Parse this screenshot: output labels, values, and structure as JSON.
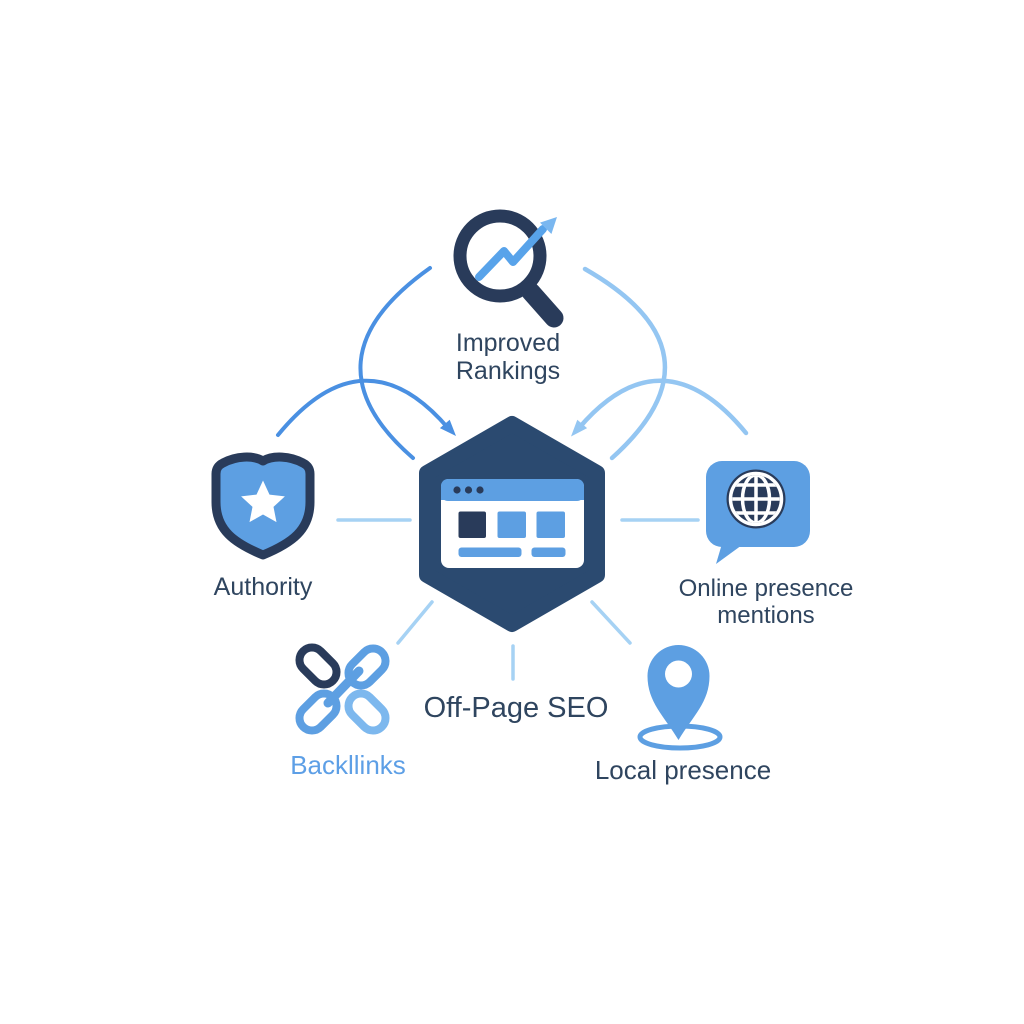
{
  "diagram_title": "Off-Page SEO",
  "nodes": {
    "improved_rankings": {
      "line1": "Improved",
      "line2": "Rankings",
      "icon": "magnifier-trend-arrow"
    },
    "authority": {
      "label": "Authority",
      "icon": "shield-star"
    },
    "online_presence": {
      "line1": "Online presence",
      "line2": "mentions",
      "icon": "globe-speech-bubble"
    },
    "backlinks": {
      "label": "Backllinks",
      "icon": "chain-links"
    },
    "local_presence": {
      "label": "Local presence",
      "icon": "location-pin"
    },
    "center": {
      "label": "Off-Page SEO",
      "icon": "browser-window-hexagon"
    }
  },
  "colors": {
    "background": "#ffffff",
    "navy_dark": "#293b5a",
    "navy_hex": "#2b4a70",
    "text_dark": "#2f455f",
    "text_blue": "#5d9fe6",
    "blue_mid": "#5d9fe2",
    "blue_chain_light": "#7db8ee",
    "arc_left": "#4a90e2",
    "arc_right": "#94c6f2",
    "line_light": "#a6d2f4",
    "trend_line": "#58a3ea",
    "trend_arrow": "#7ab7f0",
    "white": "#ffffff"
  }
}
